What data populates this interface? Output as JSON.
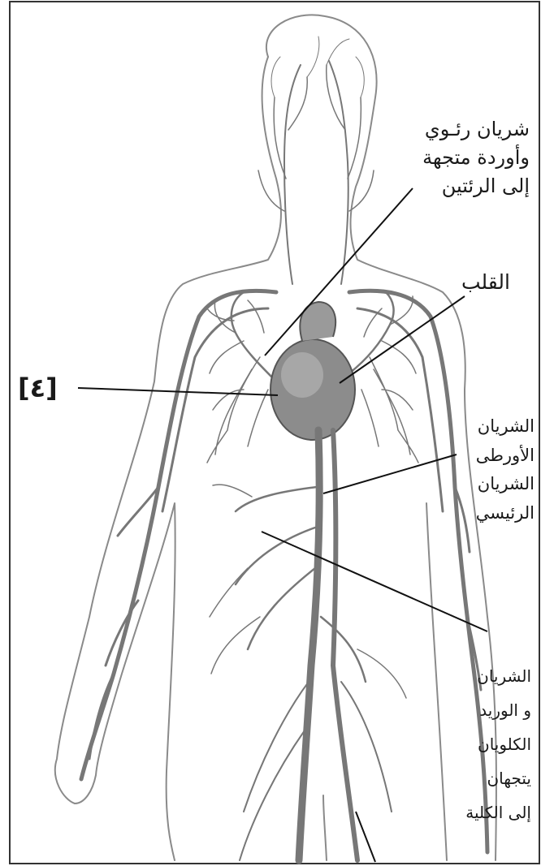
{
  "labels": {
    "pulmonary": [
      "شريان رئـوي",
      "وأوردة متجهة",
      "إلى الرئتين"
    ],
    "heart": "القلب",
    "marker": "[٤]",
    "aorta": [
      "الشريان",
      "الأورطى",
      "الشريان",
      "الرئيسي"
    ],
    "renal": [
      "الشريان",
      "و الوريد",
      "الكلويان",
      "يتجهان",
      "إلى الكلية"
    ]
  }
}
